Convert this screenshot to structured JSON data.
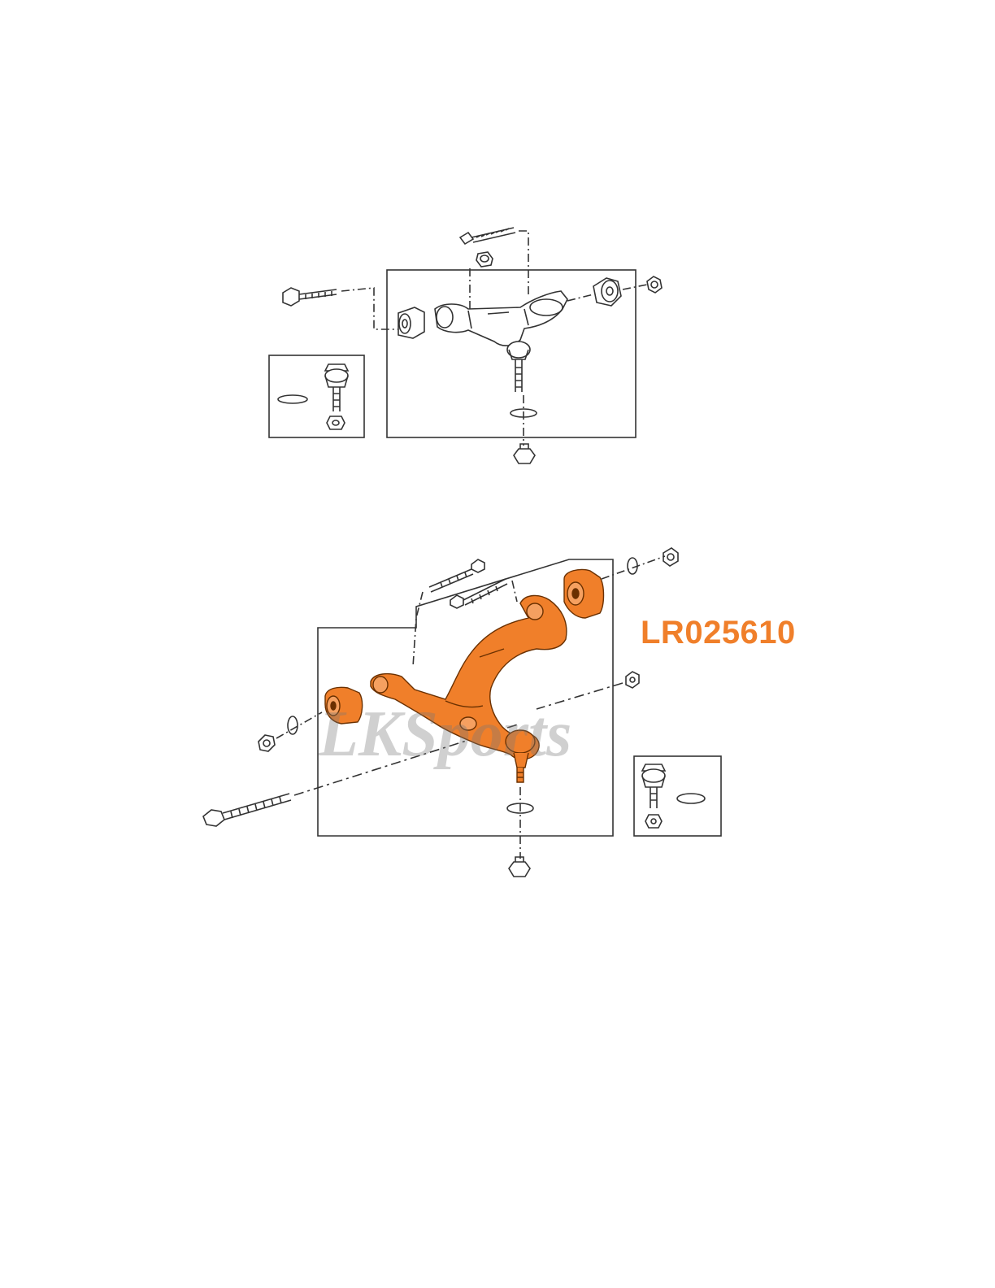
{
  "part_number": "LR025610",
  "watermark": "LKSports",
  "colors": {
    "highlight": "#f07f2a",
    "line": "#333333",
    "part_fill": "#ffffff"
  },
  "diagrams": [
    {
      "name": "upper-control-arm-exploded-view",
      "highlighted": false
    },
    {
      "name": "lower-control-arm-exploded-view",
      "highlighted": true
    }
  ]
}
